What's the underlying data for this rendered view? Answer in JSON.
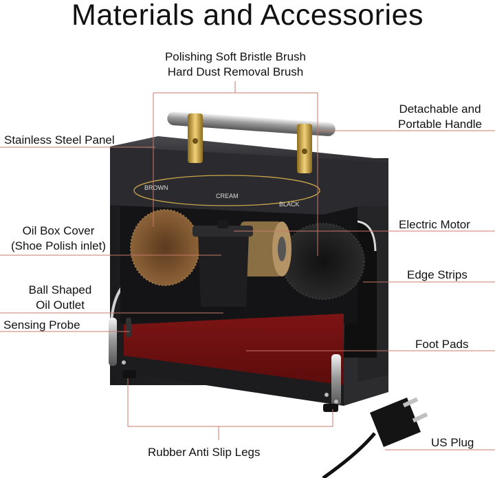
{
  "title": "Materials and Accessories",
  "panel_text": {
    "brown": "BROWN",
    "cream": "CREAM",
    "black": "BLACK"
  },
  "labels": {
    "brush_line1": "Polishing Soft Bristle Brush",
    "brush_line2": "Hard Dust Removal Brush",
    "handle_line1": "Detachable and",
    "handle_line2": "Portable Handle",
    "panel": "Stainless Steel Panel",
    "oilbox_line1": "Oil Box Cover",
    "oilbox_line2": "(Shoe Polish inlet)",
    "motor": "Electric Motor",
    "edge": "Edge Strips",
    "ball_line1": "Ball Shaped",
    "ball_line2": "Oil Outlet",
    "probe": "Sensing Probe",
    "footpads": "Foot Pads",
    "legs": "Rubber Anti Slip Legs",
    "plug": "US Plug"
  }
}
